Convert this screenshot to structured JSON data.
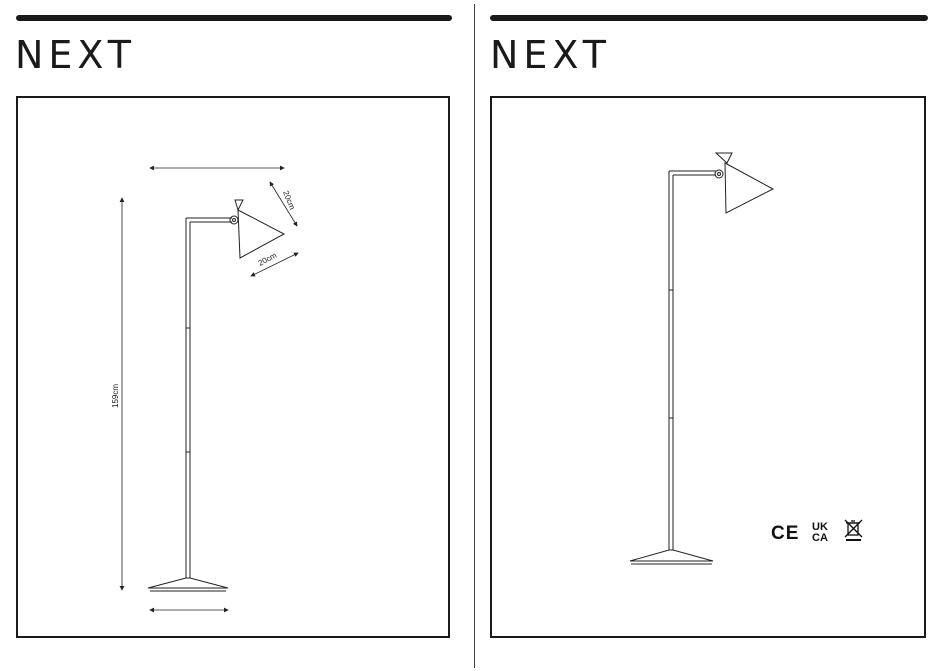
{
  "brand": {
    "logo_text": "NEXT"
  },
  "panels": [
    {
      "id": "dimensions",
      "dimensions": {
        "height_label": "159cm",
        "shade_height_label": "20cm",
        "shade_width_label": "20cm"
      }
    },
    {
      "id": "product",
      "marks": {
        "ce": "CE",
        "ukca_top": "UK",
        "ukca_bottom": "CA"
      }
    }
  ]
}
